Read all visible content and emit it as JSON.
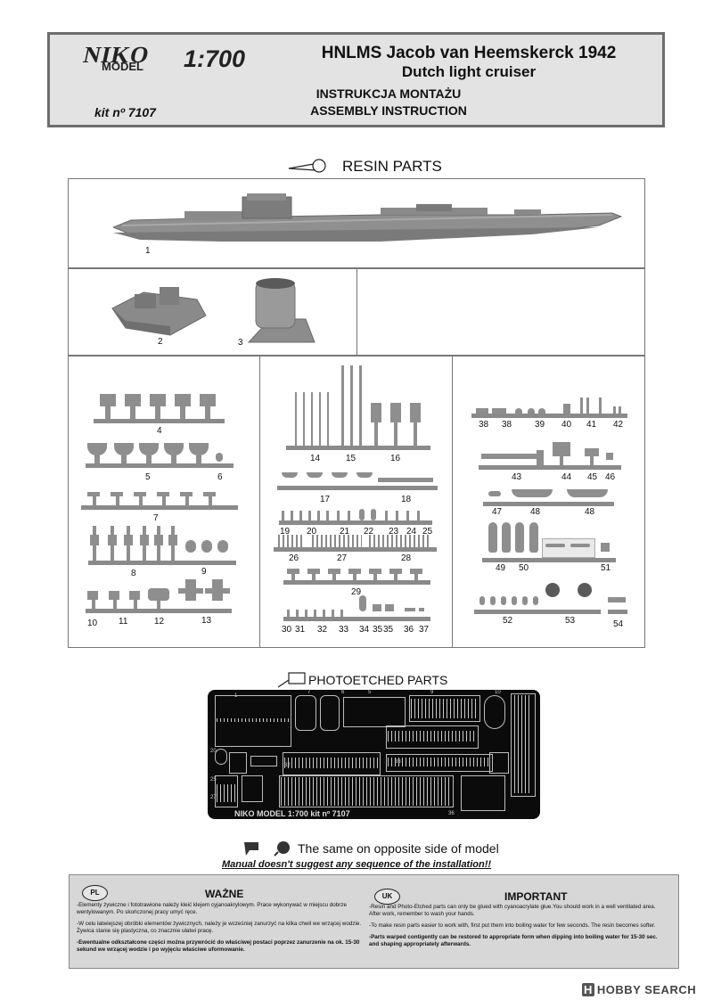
{
  "header": {
    "logo_text": "NIKO",
    "logo_sub": "MODEL",
    "scale": "1:700",
    "title": "HNLMS Jacob van Heemskerck 1942",
    "subtitle": "Dutch light cruiser",
    "instruction_pl": "INSTRUKCJA MONTAŻU",
    "instruction_en": "ASSEMBLY INSTRUCTION",
    "kit_number": "kit nº 7107"
  },
  "resin_section": {
    "title": "RESIN PARTS"
  },
  "resin_labels": {
    "p1": "1",
    "p2": "2",
    "p3": "3",
    "p4": "4",
    "p5": "5",
    "p6": "6",
    "p7": "7",
    "p8": "8",
    "p9": "9",
    "p10": "10",
    "p11": "11",
    "p12": "12",
    "p13": "13",
    "p14": "14",
    "p15": "15",
    "p16": "16",
    "p17": "17",
    "p18": "18",
    "p19": "19",
    "p20": "20",
    "p21": "21",
    "p22": "22",
    "p23": "23",
    "p24": "24",
    "p25": "25",
    "p26": "26",
    "p27": "27",
    "p28": "28",
    "p29": "29",
    "p30": "30",
    "p31": "31",
    "p32": "32",
    "p33": "33",
    "p34": "34",
    "p35": "35",
    "p35b": "35",
    "p36": "36",
    "p37": "37",
    "p38": "38",
    "p38b": "38",
    "p39": "39",
    "p40": "40",
    "p41": "41",
    "p42": "42",
    "p43": "43",
    "p44": "44",
    "p45": "45",
    "p46": "46",
    "p47": "47",
    "p48": "48",
    "p48b": "48",
    "p49": "49",
    "p50": "50",
    "p51": "51",
    "p52": "52",
    "p53": "53",
    "p54": "54"
  },
  "pe_section": {
    "title": "PHOTOETCHED PARTS",
    "fret_label": "NIKO MODEL 1:700  kit nº 7107"
  },
  "legend": {
    "text": "The same on opposite side of model"
  },
  "manual_note": "Manual doesn't suggest any sequence of the installation!!",
  "info": {
    "pl": {
      "badge": "PL",
      "heading": "WAŻNE",
      "p1": "-Elementy żywiczne i fototrawione należy kleić klejem cyjanoakrylowym. Prace wykonywać w miejscu dobrze wentylowanym. Po skończonej pracy umyć ręce.",
      "p2": "-W celu łatwiejszej obróbki elementów żywicznych, należy je wcześniej zanurzyć na kilka chwil we wrzącej wodzie. Żywica stanie się plastyczna, co znacznie ułatwi pracę.",
      "p3": "-Ewentualne odkształcone części można przywrócić do właściwej postaci poprzez zanurzenie na ok. 15-30 sekund we wrzącej wodzie i po wyjęciu właściwe uformowanie."
    },
    "uk": {
      "badge": "UK",
      "heading": "IMPORTANT",
      "p1": "-Resin and Photo-Etched parts can only be glued with cyanoacrylate glue.You should work in a well ventilated area. After work, remember to wash your hands.",
      "p2": "-To make resin parts easier to work with, first put them into boiling water for few seconds. The resin becomes softer.",
      "p3": "-Parts warped contigently can be restored to appropriate form when dipping into boiling water for 15-30 sec. and shaping appropriately afterwards."
    }
  },
  "watermark": {
    "badge": "H",
    "text": "HOBBY SEARCH"
  }
}
